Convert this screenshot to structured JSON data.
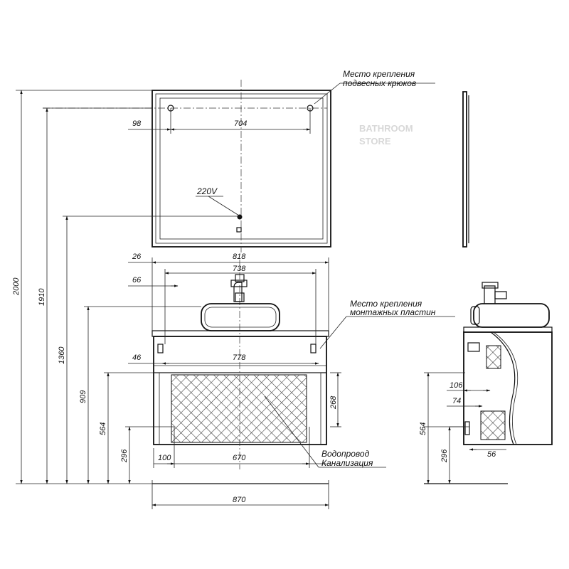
{
  "labels": {
    "hooks_line1": "Место крепления",
    "hooks_line2": "подвесных крюков",
    "plates_line1": "Место крепления",
    "plates_line2": "монтажных пластин",
    "water_line1": "Водопровод",
    "water_line2": "Канализация",
    "power": "220V"
  },
  "dims": {
    "h2000": "2000",
    "h1910": "1910",
    "h1360": "1360",
    "h909": "909",
    "h564": "564",
    "h296": "296",
    "d98": "98",
    "d704": "704",
    "d26": "26",
    "d818": "818",
    "d738": "738",
    "d66": "66",
    "d46": "46",
    "d778": "778",
    "d268": "268",
    "d100": "100",
    "d670": "670",
    "d870": "870",
    "s106": "106",
    "s74": "74",
    "s564": "564",
    "s296": "296",
    "s56": "56"
  },
  "colors": {
    "line": "#111111",
    "ghost": "#d8d8d8"
  }
}
